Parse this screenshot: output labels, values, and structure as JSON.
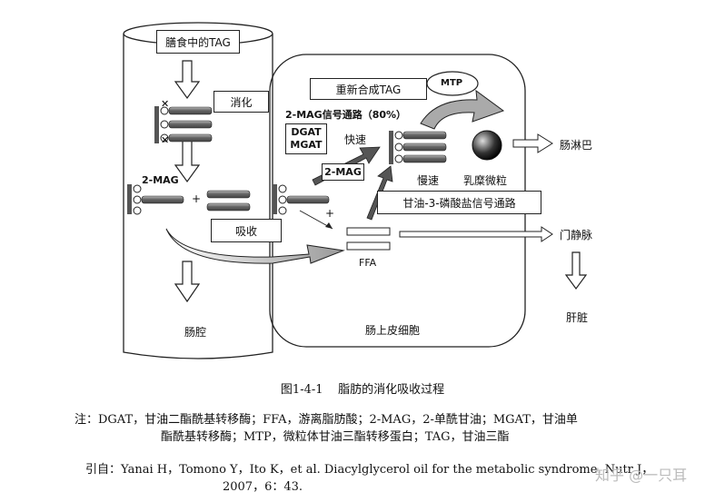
{
  "diagram": {
    "lumen_box": "膳食中的TAG",
    "digestion_box": "消化",
    "two_mag_left": "2-MAG",
    "absorb_box": "吸收",
    "lumen_label": "肠腔",
    "resynth_box": "重新合成TAG",
    "mtp_label": "MTP",
    "pathway_2mag": "2-MAG信号通路（80%）",
    "dgat": "DGAT",
    "mgat": "MGAT",
    "fast": "快速",
    "two_mag_arrow": "2-MAG",
    "slow": "慢速",
    "chylomicron": "乳糜微粒",
    "lymph": "肠淋巴",
    "g3p_pathway": "甘油-3-磷酸盐信号通路",
    "portal_vein": "门静脉",
    "ffa": "FFA",
    "liver": "肝脏",
    "cell_label": "肠上皮细胞",
    "plus1": "+",
    "plus2": "+"
  },
  "caption": {
    "fig_no": "图1-4-1",
    "title": "脂肪的消化吸收过程"
  },
  "note": {
    "line1": "注：DGAT，甘油二酯酰基转移酶；FFA，游离脂肪酸；2-MAG，2-单酰甘油；MGAT，甘油单",
    "line2": "酯酰基转移酶；MTP，微粒体甘油三酯转移蛋白；TAG，甘油三酯"
  },
  "citation": {
    "line1": "引自：Yanai H，Tomono Y，Ito K，et al. Diacylglycerol oil for the metabolic syndrome. Nutr J，",
    "line2": "2007，6：43."
  },
  "watermark": "知乎 @一只耳"
}
